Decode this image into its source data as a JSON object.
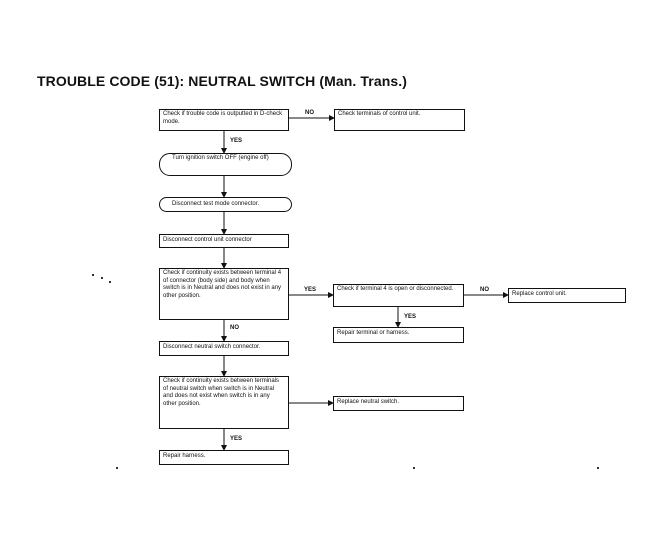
{
  "title": "TROUBLE CODE (51): NEUTRAL SWITCH (Man. Trans.)",
  "boxes": {
    "b1": "Check if trouble code is outputted in D-check mode.",
    "b2": "Check terminals of control unit.",
    "b3": "Turn ignition switch OFF (engine off)",
    "b4": "Disconnect test mode connector.",
    "b5": "Disconnect control unit connector",
    "b6": "Check if continuity exists between terminal 4 of connector (body side) and body when switch is in Neutral and does not exist in any other position.",
    "b7": "Check if terminal 4 is open or disconnected.",
    "b8": "Replace control unit.",
    "b9": "Repair terminal or harness.",
    "b10": "Disconnect neutral switch connector.",
    "b11": "Check if continuity exists between terminals of neutral switch when switch is in Neutral and does not exist when switch is in any other position.",
    "b12": "Replace neutral switch.",
    "b13": "Repair harness."
  },
  "labels": {
    "no1": "NO",
    "yes1": "YES",
    "yes2": "YES",
    "no2": "NO",
    "yes3": "YES",
    "no3": "NO",
    "yes4": "YES"
  }
}
